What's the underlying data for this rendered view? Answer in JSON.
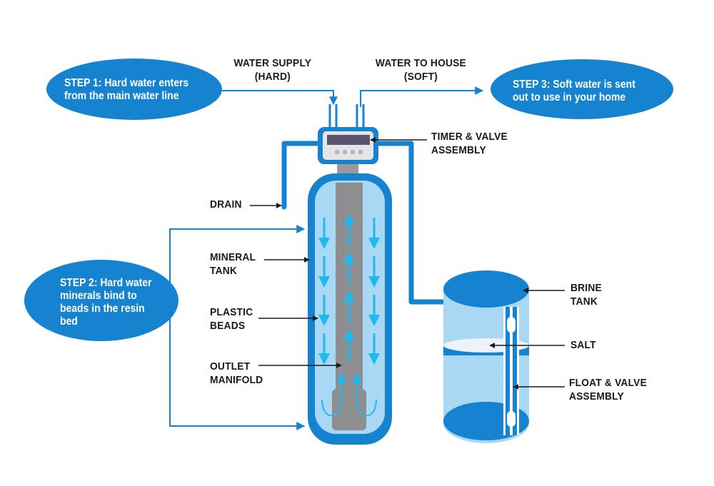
{
  "colors": {
    "primary_blue": "#1683d0",
    "light_blue": "#a9d8f5",
    "arrow_cyan": "#1fb8ef",
    "manifold_gray": "#8e8e90",
    "valve_body": "#e4e5e7",
    "display": "#5a5470",
    "button_gray": "#b5b6b9",
    "salt_white": "#eef2fb",
    "label_text": "#1a1a1a"
  },
  "steps": [
    {
      "id": "step1",
      "lines": [
        "STEP 1: Hard water enters",
        "from the main water line"
      ]
    },
    {
      "id": "step2",
      "lines": [
        "STEP 2: Hard water",
        "minerals bind to",
        "beads in the resin",
        "bed"
      ]
    },
    {
      "id": "step3",
      "lines": [
        "STEP 3: Soft water is sent",
        "out to use in your home"
      ]
    }
  ],
  "labels": {
    "water_supply": [
      "WATER SUPPLY",
      "(HARD)"
    ],
    "water_to_house": [
      "WATER TO HOUSE",
      "(SOFT)"
    ],
    "timer_valve": [
      "TIMER & VALVE",
      "ASSEMBLY"
    ],
    "drain": [
      "DRAIN"
    ],
    "mineral_tank": [
      "MINERAL",
      "TANK"
    ],
    "plastic_beads": [
      "PLASTIC",
      "BEADS"
    ],
    "outlet_manifold": [
      "OUTLET",
      "MANIFOLD"
    ],
    "brine_tank": [
      "BRINE",
      "TANK"
    ],
    "salt": [
      "SALT"
    ],
    "float_valve": [
      "FLOAT & VALVE",
      "ASSEMBLY"
    ]
  },
  "icons": {
    "flow_down": "arrow-down",
    "flow_up": "arrow-up",
    "pointer": "arrow-right"
  }
}
